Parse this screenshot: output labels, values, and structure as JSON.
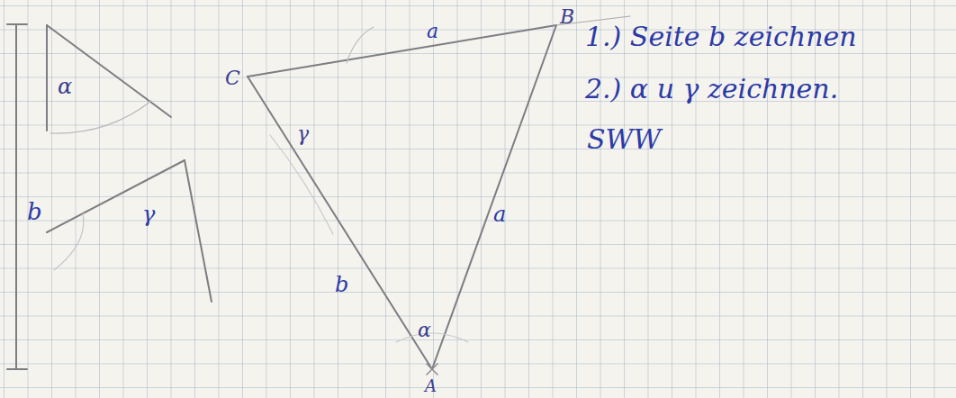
{
  "diagram": {
    "labels": [
      "α",
      "b",
      "γ",
      "C",
      "a",
      "B",
      "γ",
      "b",
      "a",
      "α",
      "A",
      "1.) Seite b zeichnen",
      "2.) α u γ zeichnen.",
      "SWW"
    ]
  }
}
